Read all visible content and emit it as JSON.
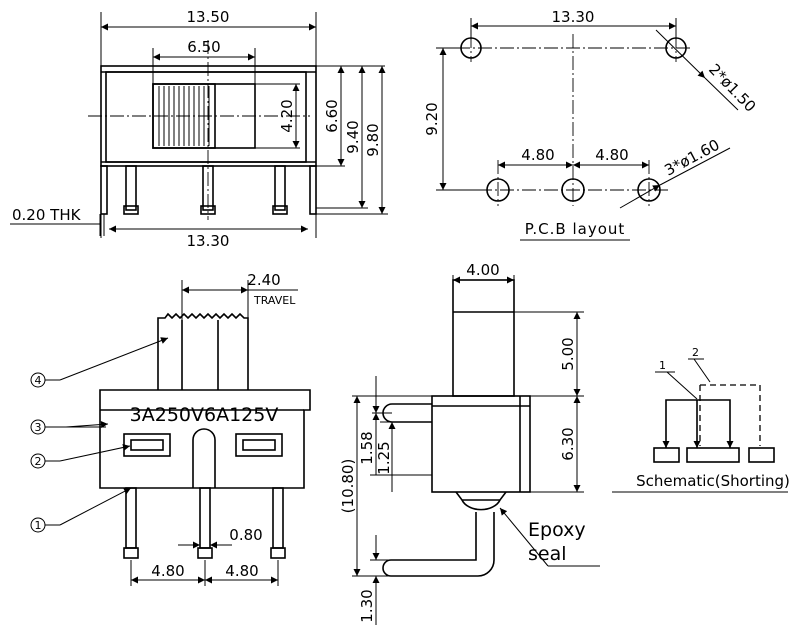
{
  "top_view": {
    "dim_overall_width": "13.50",
    "dim_actuator_width": "6.50",
    "dim_actuator_height": "4.20",
    "dim_height_1": "6.60",
    "dim_height_2": "9.40",
    "dim_height_3": "9.80",
    "dim_thickness": "0.20 THK",
    "dim_pin_span": "13.30"
  },
  "pcb_layout": {
    "dim_mount_span": "13.30",
    "dim_mount_hole": "2*ø1.50",
    "dim_vertical": "9.20",
    "dim_pitch_left": "4.80",
    "dim_pitch_right": "4.80",
    "dim_pin_hole": "3*ø1.60",
    "caption": "P.C.B layout"
  },
  "front_view": {
    "dim_travel": "2.40",
    "travel_label": "TRAVEL",
    "rating_text": "3A250V6A125V",
    "dim_pin_width": "0.80",
    "dim_pitch_left": "4.80",
    "dim_pitch_right": "4.80",
    "callouts": [
      "4",
      "3",
      "2",
      "1"
    ]
  },
  "side_view": {
    "dim_actuator_width": "4.00",
    "dim_actuator_height": "5.00",
    "dim_body_height": "6.30",
    "dim_total": "(10.80)",
    "dim_a": "1.58",
    "dim_b": "1.25",
    "dim_pin": "1.30",
    "epoxy_label_1": "Epoxy",
    "epoxy_label_2": "seal"
  },
  "schematic": {
    "label_1": "1",
    "label_2": "2",
    "caption": "Schematic(Shorting)"
  }
}
